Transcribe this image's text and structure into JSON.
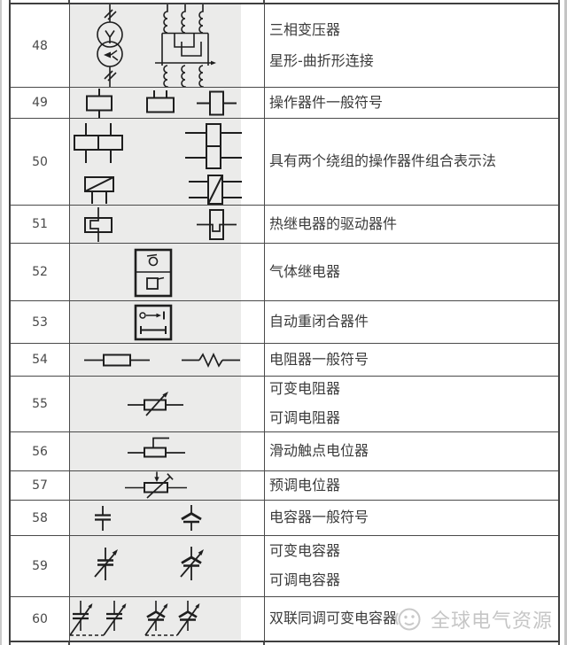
{
  "table": {
    "rows": [
      {
        "num": "48",
        "desc": [
          "三相变压器",
          "星形-曲折形连接"
        ],
        "symbols": [
          "three-phase-transformer-two-circles",
          "star-zigzag-winding-diagram"
        ]
      },
      {
        "num": "49",
        "desc": [
          "操作器件一般符号"
        ],
        "symbols": [
          "operating-device-box-vertical-leads",
          "operating-device-box-two-top-leads",
          "operating-device-box-side-leads"
        ]
      },
      {
        "num": "50",
        "desc": [
          "具有两个绕组的操作器件组合表示法"
        ],
        "symbols": [
          "two-winding-double-box-horizontal",
          "two-winding-double-box-vertical",
          "two-winding-diagonal-box-horizontal",
          "two-winding-diagonal-box-vertical"
        ]
      },
      {
        "num": "51",
        "desc": [
          "热继电器的驱动器件"
        ],
        "symbols": [
          "thermal-relay-drive-horizontal",
          "thermal-relay-drive-vertical"
        ]
      },
      {
        "num": "52",
        "desc": [
          "气体继电器"
        ],
        "symbols": [
          "gas-relay-box"
        ]
      },
      {
        "num": "53",
        "desc": [
          "自动重闭合器件"
        ],
        "symbols": [
          "auto-reclosing-device-box"
        ]
      },
      {
        "num": "54",
        "desc": [
          "电阻器一般符号"
        ],
        "symbols": [
          "resistor-box",
          "resistor-zigzag"
        ]
      },
      {
        "num": "55",
        "desc": [
          "可变电阻器",
          "可调电阻器"
        ],
        "symbols": [
          "variable-resistor-arrow"
        ]
      },
      {
        "num": "56",
        "desc": [
          "滑动触点电位器"
        ],
        "symbols": [
          "sliding-contact-potentiometer"
        ]
      },
      {
        "num": "57",
        "desc": [
          "预调电位器"
        ],
        "symbols": [
          "preset-potentiometer"
        ]
      },
      {
        "num": "58",
        "desc": [
          "电容器一般符号"
        ],
        "symbols": [
          "capacitor-parallel-plates",
          "capacitor-bent-plate"
        ]
      },
      {
        "num": "59",
        "desc": [
          "可变电容器",
          "可调电容器"
        ],
        "symbols": [
          "variable-capacitor-arrow",
          "variable-capacitor-bent-plate-arrow"
        ]
      },
      {
        "num": "60",
        "desc": [
          "双联同调可变电容器"
        ],
        "symbols": [
          "dual-gang-variable-capacitor-linked"
        ]
      }
    ]
  },
  "watermark": {
    "text": "全球电气资源",
    "logo": "face-logo"
  },
  "colors": {
    "border": "#3f3f3f",
    "grid": "#4a4a4a",
    "text": "#3b3b3b",
    "symbol_stroke": "#1e1e1e",
    "symbol_shade": "#ebebea",
    "watermark": "#c6c6c6"
  }
}
